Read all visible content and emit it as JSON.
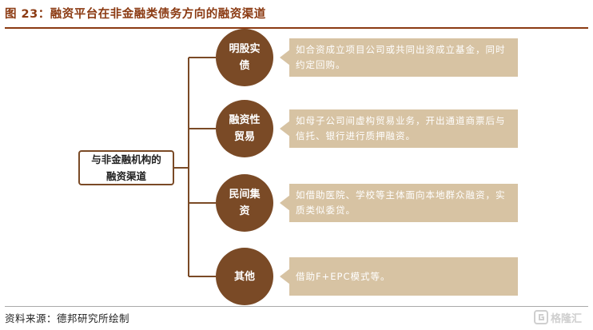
{
  "figure": {
    "title": "图 23：融资平台在非金融类债务方向的融资渠道",
    "source": "资料来源：德邦研究所绘制"
  },
  "watermark": {
    "text": "格隆汇"
  },
  "root": {
    "label": "与非金融机构的融资渠道"
  },
  "branches": [
    {
      "label": "明股实债",
      "description": "如合资成立项目公司或共同出资成立基金，同时约定回购。"
    },
    {
      "label": "融资性贸易",
      "description": "如母子公司间虚构贸易业务，开出通道商票后与信托、银行进行质押融资。"
    },
    {
      "label": "民间集资",
      "description": "如借助医院、学校等主体面向本地群众融资，实质类似委贷。"
    },
    {
      "label": "其他",
      "description": "借助F+EPC模式等。"
    }
  ],
  "colors": {
    "title": "#8b3a12",
    "circle_fill": "#7a4a26",
    "description_fill": "#d7c3a3",
    "connector": "#7a4a26"
  }
}
